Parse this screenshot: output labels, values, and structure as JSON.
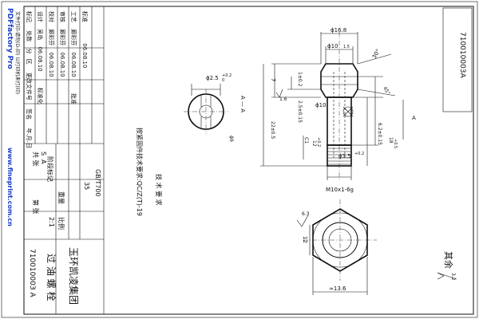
{
  "drawing_number": "71001000З А",
  "drawing_number_box": "710010003A",
  "rotated_id": "710010003A",
  "company": "玉环凯凌集团",
  "part_name": "过 油 螺 栓",
  "tech_title": "技 术 要 求",
  "tech_req_1": "按紧固件技术要求:QC/Z(T)-19",
  "roughness_rest": "其余",
  "roughness_rest_value": "3.2",
  "standard_code": "GB/T700",
  "grade": "35",
  "stage_mark": "阶段标记",
  "weight": "重量",
  "scale": "比例",
  "scale_value": "2:1",
  "sheets_total_label": "共   张",
  "sheet_no_label": "第   张",
  "stage_s": "S",
  "stage_a": "A",
  "title_rows": {
    "header": [
      "标记",
      "处数",
      "分",
      "区",
      "更改文件号",
      "签名",
      "年.月.日"
    ],
    "design": [
      "设计",
      "吴岛",
      "06.08.10",
      "标准化",
      "",
      "",
      ""
    ],
    "check": [
      "校对",
      "廊彩芬",
      "06.08.10"
    ],
    "review": [
      "审核",
      "廊彩芬",
      "06.08.10"
    ],
    "process": [
      "工艺",
      "廊彩芬",
      "06.08.10",
      "批准",
      "",
      "",
      ""
    ],
    "approve": [
      "标准",
      "",
      "06.08.10"
    ]
  },
  "watermark_left": "PDFfactory Pro",
  "watermark_url": "www.fineprint.com.cn",
  "watermark_note": "文件打印-请勿(D-印) 以打印机来打(印)",
  "section_label_top": "A — A",
  "view_label": "A",
  "dims": {
    "d1": "ϕ16.8",
    "d2": "ϕ10",
    "d2_tol": "1.5",
    "angle30": "30°",
    "chamfer": "45°",
    "hole_d": "ϕ2.5",
    "hole_tol_up": "+0.2",
    "hole_tol_dn": "0",
    "t7": "7",
    "t_small": "1±0.2",
    "cham_label": "2.5±0.15",
    "bore": "ϕ10",
    "total_len": "22±0.5",
    "c1": "C1",
    "d12": "12",
    "d12_tol": "+0.2",
    "d18": "18",
    "d18_tol": "+0.5",
    "d62": "6.2±0.15",
    "d35": "ϕ3.5",
    "d35_tol": "+0.2",
    "thread": "M10x1-6g",
    "r16": "1.6",
    "r63": "6.3",
    "hex": "12",
    "across": "≈13.6",
    "phi9": "ϕ9",
    "a_mark": "A"
  }
}
